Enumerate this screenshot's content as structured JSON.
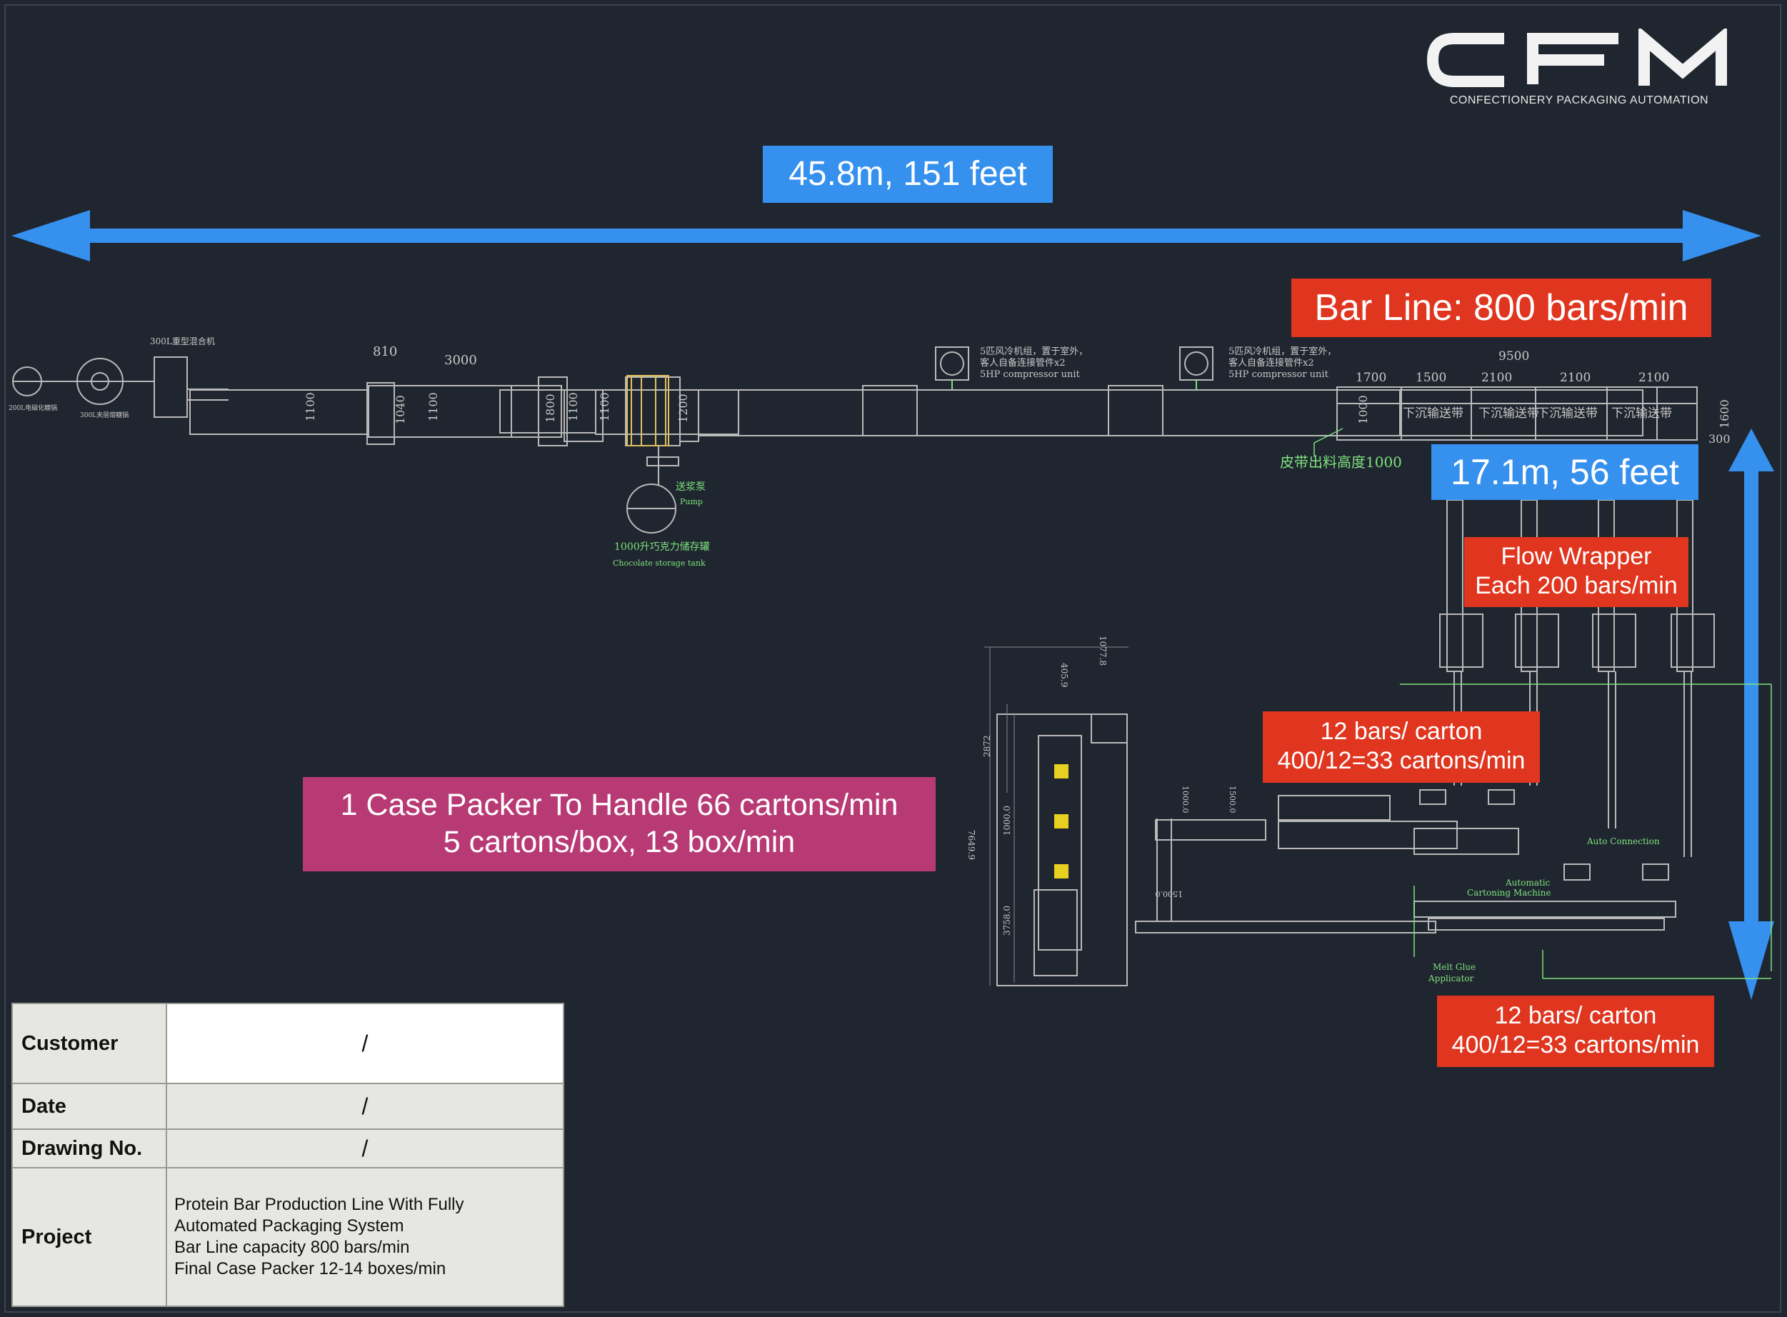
{
  "logo": {
    "wordmark": "CFM",
    "tagline": "CONFECTIONERY PACKAGING AUTOMATION"
  },
  "annotations": {
    "length": "45.8m, 151 feet",
    "width": "17.1m, 56 feet",
    "bar_line": "Bar Line: 800 bars/min",
    "flow_wrapper": [
      "Flow Wrapper",
      "Each 200 bars/min"
    ],
    "carton_upper": [
      "12 bars/ carton",
      "400/12=33 cartons/min"
    ],
    "carton_lower": [
      "12 bars/ carton",
      "400/12=33 cartons/min"
    ],
    "case_packer": [
      "1 Case Packer To Handle 66 cartons/min",
      "5 cartons/box, 13 box/min"
    ]
  },
  "drawing_labels": {
    "mixer": "300L重型混合机",
    "tank_left_1": "200L电磁化糖锅",
    "tank_left_2": "300L夹层熔糖锅",
    "dim_810": "810",
    "dim_3000": "3000",
    "dim_1100a": "1100",
    "dim_1040": "1040",
    "dim_1100b": "1100",
    "dim_1800": "1800",
    "dim_1100c": "1100",
    "dim_1100d": "1100",
    "dim_1200": "1200",
    "pump_cn": "送浆泵",
    "pump_en": "Pump",
    "choc_tank_cn": "1000升巧克力储存罐",
    "choc_tank_en": "Chocolate storage tank",
    "compressor1_cn1": "5匹风冷机组，置于室外，",
    "compressor1_cn2": "客人自备连接管件x2",
    "compressor1_en": "5HP compressor unit",
    "compressor2_cn1": "5匹风冷机组，置于室外，",
    "compressor2_cn2": "客人自备连接管件x2",
    "compressor2_en": "5HP compressor unit",
    "dim_9500": "9500",
    "dim_1700": "1700",
    "dim_1500": "1500",
    "dim_2100a": "2100",
    "dim_2100b": "2100",
    "dim_2100c": "2100",
    "dim_1000": "1000",
    "dim_1600": "1600",
    "dim_300": "300",
    "conveyor_1": "下沉输送带",
    "conveyor_2": "下沉输送带",
    "conveyor_3": "下沉输送带",
    "conveyor_4": "下沉输送带",
    "belt_height": "皮带出料高度1000",
    "auto_connection": "Auto Connection",
    "cartoning_1": "Automatic",
    "cartoning_2": "Cartoning Machine",
    "glue_1": "Melt Glue",
    "glue_2": "Applicator",
    "dim_1077": "1077.8",
    "dim_4059": "405.9",
    "dim_2872": "2872",
    "dim_7649": "7649.9",
    "dim_10000": "1000.0",
    "dim_37580": "3758.0",
    "dim_1000b": "1000.0",
    "dim_1500b": "1500.0",
    "dim_1500c": "1500.0"
  },
  "title_block": {
    "customer_label": "Customer",
    "customer_value": "/",
    "date_label": "Date",
    "date_value": "/",
    "drawing_no_label": "Drawing No.",
    "drawing_no_value": "/",
    "project_label": "Project",
    "project_lines": [
      "Protein Bar Production Line With Fully",
      "Automated Packaging System",
      "Bar Line capacity 800 bars/min",
      "Final Case Packer 12-14 boxes/min"
    ]
  },
  "colors": {
    "background": "#20262f",
    "arrow_blue": "#3590ee",
    "tag_red": "#e0351f",
    "tag_magenta": "#b83a74",
    "cad_green": "#7ee07e"
  }
}
